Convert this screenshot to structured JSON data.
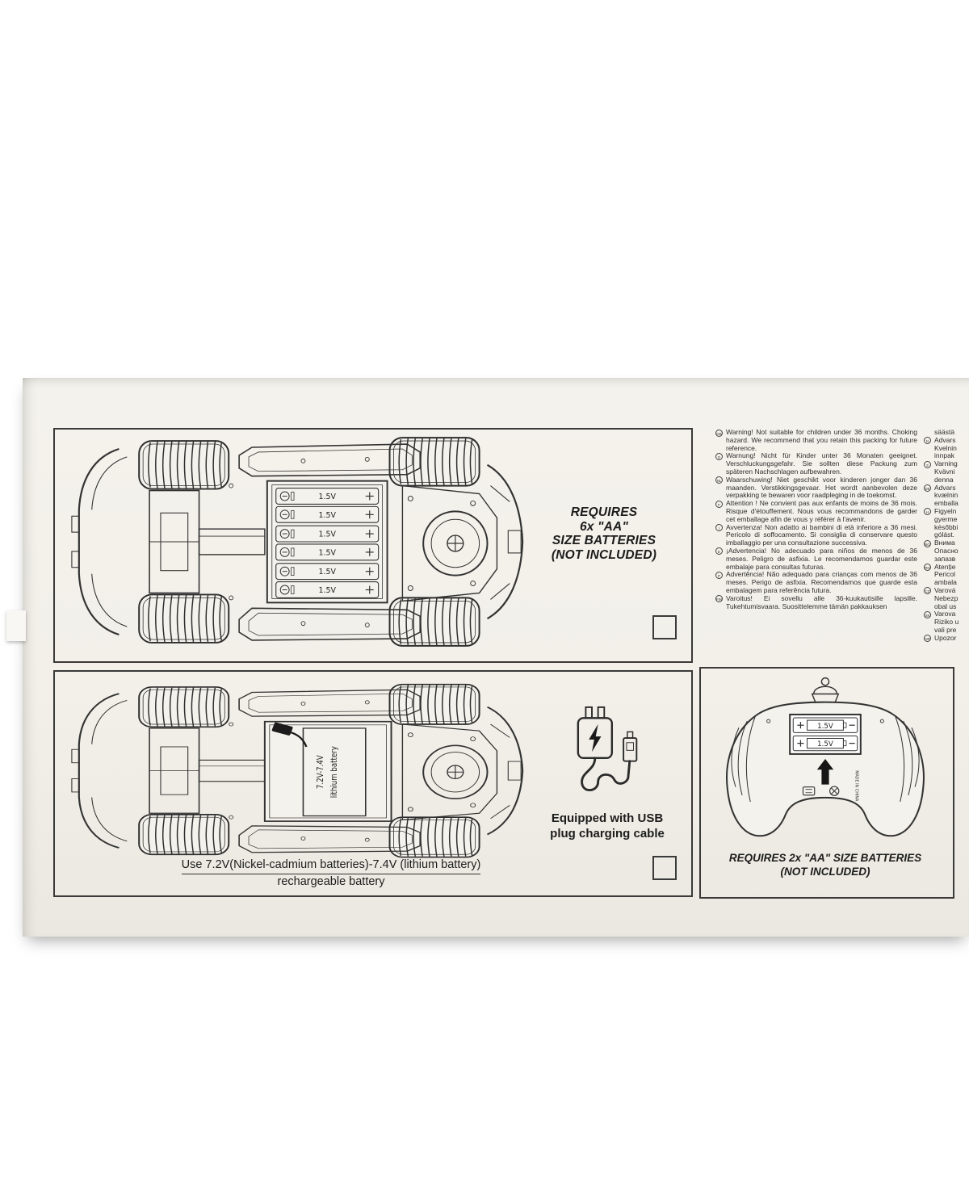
{
  "top_panel": {
    "requires_lines": [
      "REQUIRES",
      "6x \"AA\"",
      "SIZE BATTERIES",
      "(NOT INCLUDED)"
    ],
    "battery_cell_label": "1.5V"
  },
  "bottom_left_panel": {
    "usb_caption_lines": [
      "Equipped with USB",
      "plug charging cable"
    ],
    "battery_caption_lines": [
      "Use 7.2V(Nickel-cadmium batteries)-7.4V (lithium battery)",
      "rechargeable battery"
    ],
    "pack_label_lines": [
      "7.2V-7.4V",
      "lithium battery"
    ]
  },
  "controller_panel": {
    "battery_cell_labels": [
      "1.5V",
      "1.5V"
    ],
    "made_in_label": "MADE IN CHINA",
    "requires_lines": [
      "REQUIRES 2x \"AA\" SIZE BATTERIES",
      "(NOT INCLUDED)"
    ]
  },
  "warnings_column_1": [
    {
      "code": "GB",
      "text": "Warning! Not suitable for children under 36 months. Choking hazard. We recommend that you retain this packing for future reference."
    },
    {
      "code": "D",
      "text": "Warnung! Nicht für Kinder unter 36 Monaten geeignet. Verschluckungsgefahr. Sie sollten diese Packung zum späteren Nachschlagen aufbewahren."
    },
    {
      "code": "NL",
      "text": "Waarschuwing! Niet geschikt voor kinderen jonger dan 36 maanden. Verstikkingsgevaar. Het wordt aanbevolen deze verpakking te bewaren voor raadpleging in de toekomst."
    },
    {
      "code": "F",
      "text": "Attention ! Ne convient pas aux enfants de moins de 36 mois. Risque d'étouffement. Nous vous recommandons de garder cet emballage afin de vous y référer à l'avenir."
    },
    {
      "code": "I",
      "text": "Avvertenza! Non adatto ai bambini di età inferiore a 36 mesi. Pericolo di soffocamento. Si consiglia di conservare questo imballaggio per una consultazione successiva."
    },
    {
      "code": "E",
      "text": "¡Advertencia! No adecuado para niños de menos de 36 meses. Peligro de asfixia. Le recomendamos guardar este embalaje para consultas futuras."
    },
    {
      "code": "P",
      "text": "Advertência! Não adequado para crianças com menos de 36 meses. Perigo de asfixia. Recomendamos que guarde esta embalagem para referência futura."
    },
    {
      "code": "FIN",
      "text": "Varoitus! Ei sovellu alle 36-kuukautisille lapsille. Tukehtumisvaara. Suosittelemme tämän pakkauksen"
    }
  ],
  "warnings_column_2": [
    {
      "text": "säästä"
    },
    {
      "code": "N",
      "text": "Advars"
    },
    {
      "text": "Kvelnin"
    },
    {
      "text": "innpak"
    },
    {
      "code": "S",
      "text": "Varning"
    },
    {
      "text": "Kvävni"
    },
    {
      "text": "denna"
    },
    {
      "code": "DK",
      "text": "Advars"
    },
    {
      "text": "kvælnin"
    },
    {
      "text": "emballa"
    },
    {
      "code": "H",
      "text": "Figyeln"
    },
    {
      "text": "gyerme"
    },
    {
      "text": "későbbi"
    },
    {
      "text": "gólást."
    },
    {
      "code": "BG",
      "text": "Внима"
    },
    {
      "text": "Опасно"
    },
    {
      "text": "запазв"
    },
    {
      "code": "RO",
      "text": "Atenție"
    },
    {
      "text": "Pericol"
    },
    {
      "text": "ambala"
    },
    {
      "code": "CZ",
      "text": "Varová"
    },
    {
      "text": "Nebezp"
    },
    {
      "text": "obal us"
    },
    {
      "code": "SK",
      "text": "Varova"
    },
    {
      "text": "Riziko u"
    },
    {
      "text": "vali pre"
    },
    {
      "code": "HR",
      "text": "Upozor"
    }
  ]
}
